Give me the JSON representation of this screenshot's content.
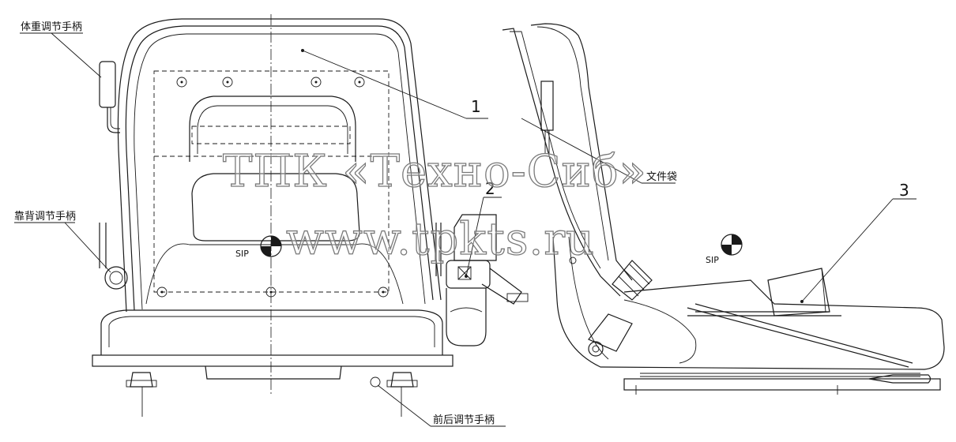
{
  "labels": {
    "weight_handle": "体重调节手柄",
    "backrest_handle": "靠背调节手柄",
    "fore_aft_handle": "前后调节手柄",
    "document_pocket": "文件袋",
    "callout_1": "1",
    "callout_2": "2",
    "callout_3": "3",
    "sip_front": "SIP",
    "sip_side": "SIP"
  },
  "watermark": {
    "line1": "ТПК «Техно-Сиб»",
    "line2": "www.tpkts.ru"
  }
}
